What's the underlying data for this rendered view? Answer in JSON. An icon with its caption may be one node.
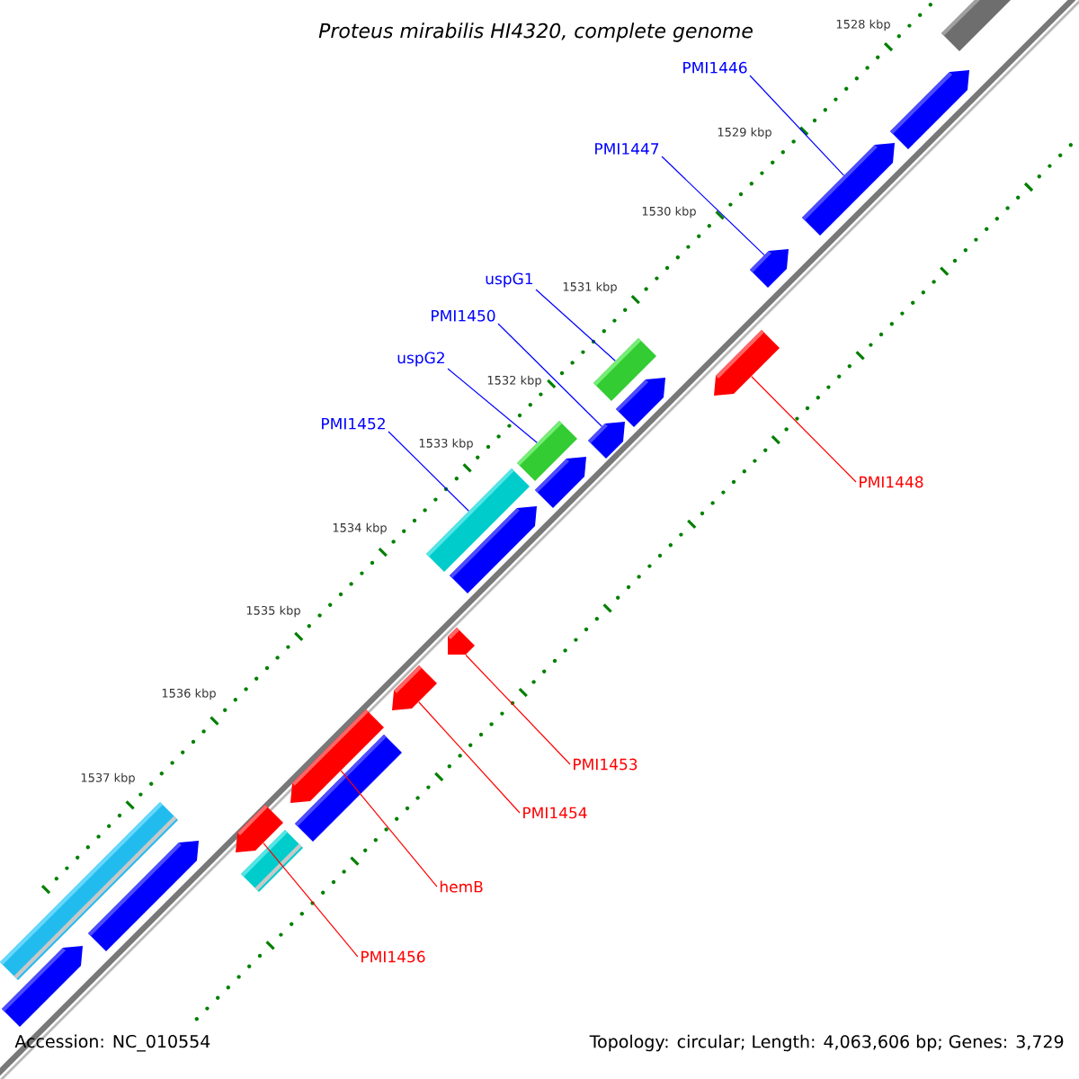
{
  "diagram": {
    "title": "Proteus mirabilis HI4320, complete genome",
    "nodes": [
      {
        "text": [
          "PMI1446"
        ]
      },
      {
        "text": [
          "PMI1447"
        ]
      },
      {
        "text": [
          "uspG1"
        ]
      },
      {
        "text": [
          "PMI1450"
        ]
      },
      {
        "text": [
          "uspG2"
        ]
      },
      {
        "text": [
          "PMI1452"
        ]
      },
      {
        "text": [
          "PMI1448"
        ]
      },
      {
        "text": [
          "PMI1453"
        ]
      },
      {
        "text": [
          "PMI1454"
        ]
      },
      {
        "text": [
          "hemB"
        ]
      },
      {
        "text": [
          "PMI1456"
        ]
      },
      {
        "text": [],
        "shape": "bar"
      },
      {
        "text": [],
        "shape": "arrow"
      },
      {
        "text": [],
        "shape": "arrow"
      },
      {
        "text": [],
        "shape": "arrow"
      },
      {
        "text": [],
        "shape": "arrow"
      },
      {
        "text": [],
        "shape": "bar"
      },
      {
        "text": [],
        "shape": "arrow"
      },
      {
        "text": [],
        "shape": "arrow"
      },
      {
        "text": [],
        "shape": "bar"
      },
      {
        "text": [],
        "shape": "arrow"
      },
      {
        "text": [],
        "shape": "bar"
      },
      {
        "text": [],
        "shape": "arrow"
      },
      {
        "text": [],
        "shape": "arrow"
      },
      {
        "text": [],
        "shape": "arrow"
      },
      {
        "text": [],
        "shape": "arrow"
      },
      {
        "text": [],
        "shape": "bar"
      },
      {
        "text": [],
        "shape": "arrow"
      },
      {
        "text": [],
        "shape": "bar"
      },
      {
        "text": [],
        "shape": "arrow"
      },
      {
        "text": [],
        "shape": "bar"
      },
      {
        "text": [],
        "shape": "arrow"
      }
    ],
    "edges": [
      {
        "from": 0,
        "to": 13,
        "arrow": "none"
      },
      {
        "from": 1,
        "to": 14,
        "arrow": "none"
      },
      {
        "from": 2,
        "to": 16,
        "arrow": "none"
      },
      {
        "from": 3,
        "to": 18,
        "arrow": "none"
      },
      {
        "from": 4,
        "to": 19,
        "arrow": "none"
      },
      {
        "from": 5,
        "to": 21,
        "arrow": "none"
      },
      {
        "from": 6,
        "to": 15,
        "arrow": "none",
        "color": "#ff0000"
      },
      {
        "from": 7,
        "to": 23,
        "arrow": "none",
        "color": "#ff0000"
      },
      {
        "from": 8,
        "to": 24,
        "arrow": "none",
        "color": "#ff0000"
      },
      {
        "from": 9,
        "to": 25,
        "arrow": "none",
        "color": "#ff0000"
      },
      {
        "from": 10,
        "to": 27,
        "arrow": "none",
        "color": "#ff0000"
      }
    ],
    "labels": [
      "1528 kbp",
      "1529 kbp",
      "1530 kbp",
      "1531 kbp",
      "1532 kbp",
      "1533 kbp",
      "1534 kbp",
      "1535 kbp",
      "1536 kbp",
      "1537 kbp",
      "Accession: NC_010554",
      "Topology: circular; Length: 4,063,606 bp; Genes: 3,729"
    ]
  }
}
